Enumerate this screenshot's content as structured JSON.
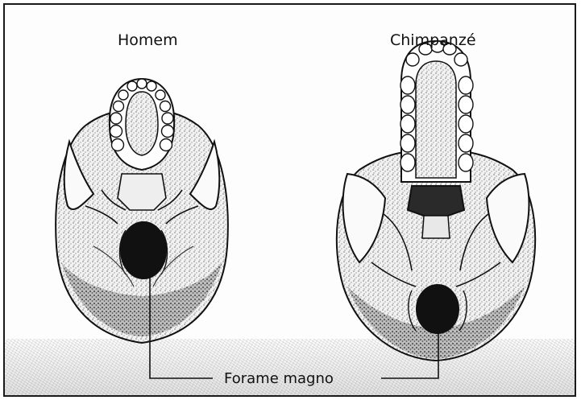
{
  "labels": {
    "human": "Homem",
    "chimp": "Chimpanzé",
    "foramen": "Forame magno"
  },
  "colors": {
    "ink": "#111111",
    "bone": "#f4f4f4",
    "shade": "#9a9a9a",
    "dark": "#222222"
  }
}
